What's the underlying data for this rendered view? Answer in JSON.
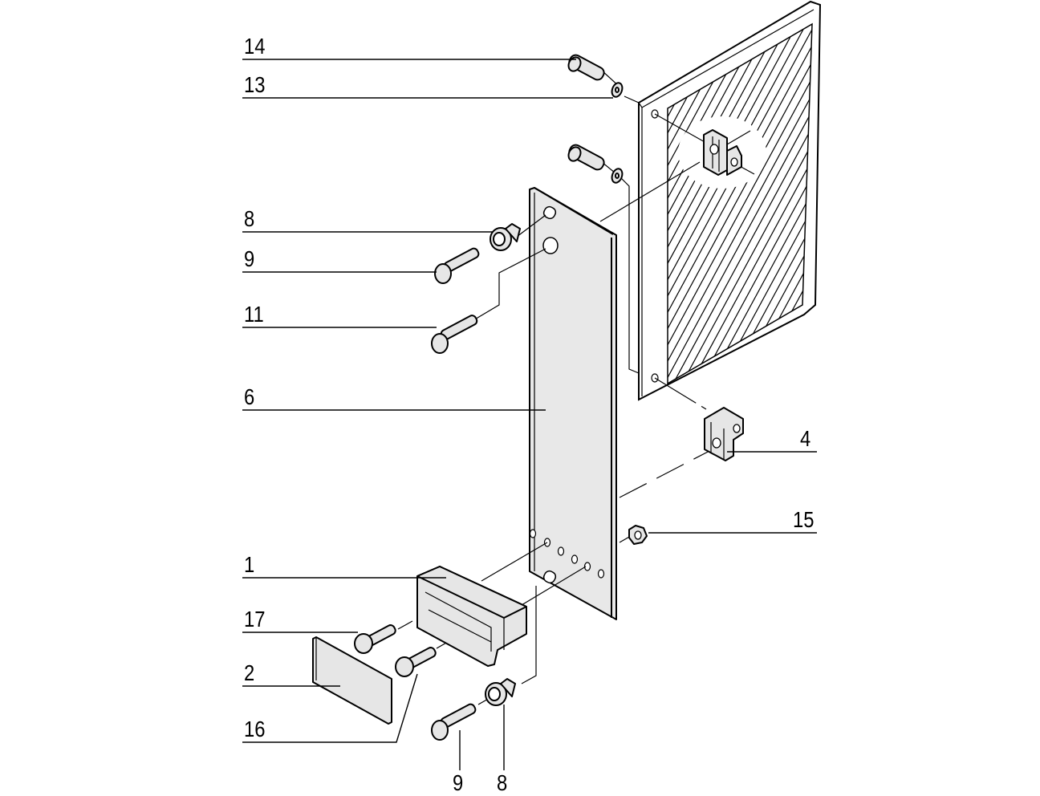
{
  "diagram": {
    "type": "exploded-assembly-drawing",
    "callouts": [
      {
        "id": "c14",
        "number": "14"
      },
      {
        "id": "c13",
        "number": "13"
      },
      {
        "id": "c8a",
        "number": "8"
      },
      {
        "id": "c9a",
        "number": "9"
      },
      {
        "id": "c11",
        "number": "11"
      },
      {
        "id": "c6",
        "number": "6"
      },
      {
        "id": "c4",
        "number": "4"
      },
      {
        "id": "c15",
        "number": "15"
      },
      {
        "id": "c1",
        "number": "1"
      },
      {
        "id": "c17",
        "number": "17"
      },
      {
        "id": "c2",
        "number": "2"
      },
      {
        "id": "c16",
        "number": "16"
      },
      {
        "id": "c9b",
        "number": "9"
      },
      {
        "id": "c8b",
        "number": "8"
      }
    ],
    "colors": {
      "line": "#000000",
      "part_fill": "#e6e6e6",
      "background": "#ffffff"
    }
  }
}
